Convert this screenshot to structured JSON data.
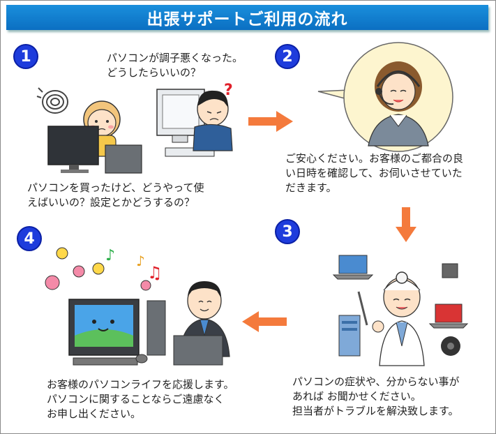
{
  "title": "出張サポートご利用の流れ",
  "steps": [
    {
      "number": "1"
    },
    {
      "number": "2"
    },
    {
      "number": "3"
    },
    {
      "number": "4"
    }
  ],
  "texts": {
    "step1_speech": "パソコンが調子悪くなった。\nどうしたらいいの？",
    "step1_caption": "パソコンを買ったけど、どうやって使\nえばいいの？設定とかどうするの？",
    "step2_caption": "ご安心ください。お客様のご都合の良\nい日時を確認して、お伺いさせていた\nだきます。",
    "step3_caption": "パソコンの症状や、分からない事が\nあれば お聞かせください。\n担当者がトラブルを解決致します。",
    "step4_caption": "お客様のパソコンライフを応援します。\nパソコンに関することならご遠慮なく\nお申し出ください。"
  },
  "colors": {
    "banner": "#0b6fc2",
    "badge": "#1e3cdc",
    "arrow": "#f47a3c"
  }
}
